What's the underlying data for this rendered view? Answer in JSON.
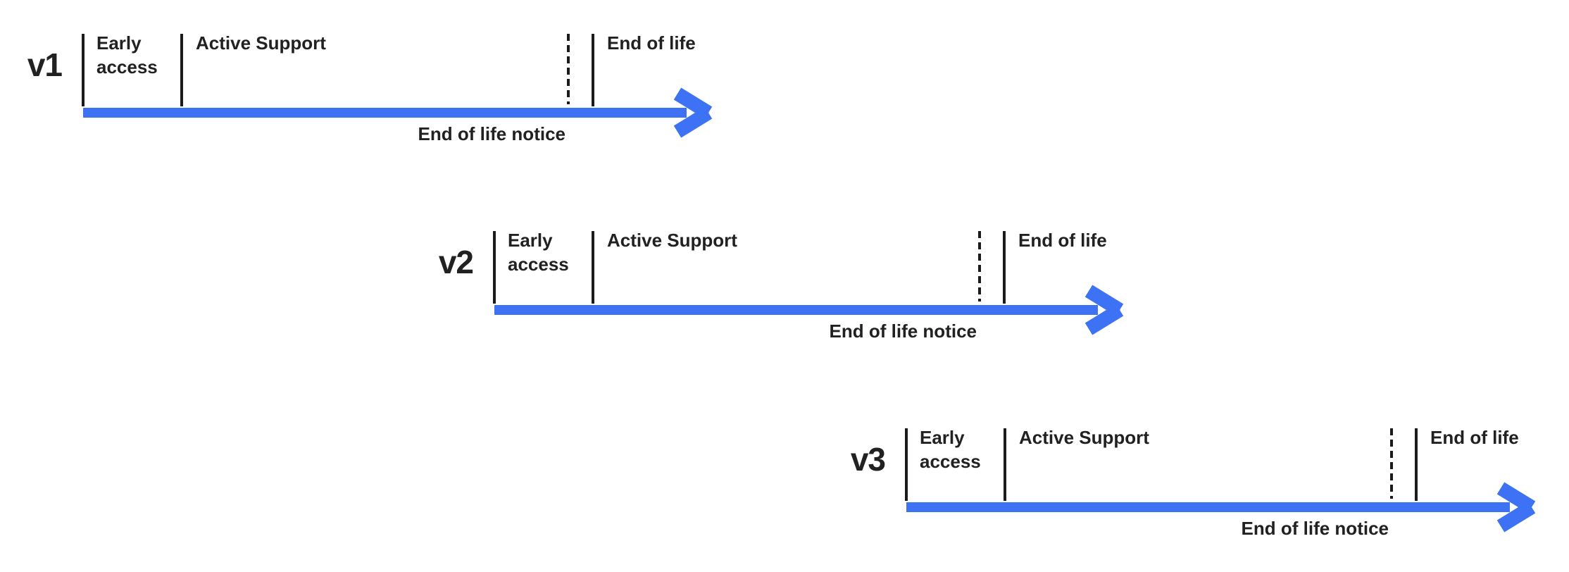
{
  "colors": {
    "arrow_blue": "#3D72F4",
    "line_black": "#1B1B1B",
    "text": "#212121",
    "background": "#FFFFFF"
  },
  "timelines": [
    {
      "version": "v1",
      "early_access_lines": [
        "Early",
        "access"
      ],
      "active_support": "Active Support",
      "end_of_life": "End of life",
      "end_of_life_notice": "End of life notice"
    },
    {
      "version": "v2",
      "early_access_lines": [
        "Early",
        "access"
      ],
      "active_support": "Active Support",
      "end_of_life": "End of life",
      "end_of_life_notice": "End of life notice"
    },
    {
      "version": "v3",
      "early_access_lines": [
        "Early",
        "access"
      ],
      "active_support": "Active Support",
      "end_of_life": "End of life",
      "end_of_life_notice": "End of life notice"
    }
  ]
}
